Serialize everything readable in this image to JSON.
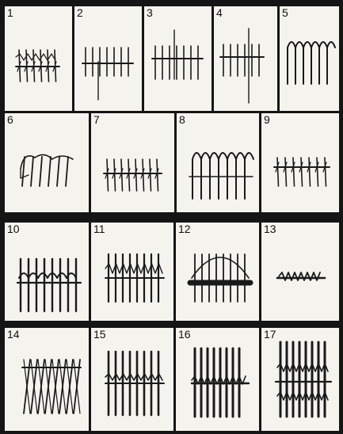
{
  "figure": {
    "cells": [
      {
        "label": "1"
      },
      {
        "label": "2"
      },
      {
        "label": "3"
      },
      {
        "label": "4"
      },
      {
        "label": "5"
      },
      {
        "label": "6"
      },
      {
        "label": "7"
      },
      {
        "label": "8"
      },
      {
        "label": "9"
      },
      {
        "label": "10"
      },
      {
        "label": "11"
      },
      {
        "label": "12"
      },
      {
        "label": "13"
      },
      {
        "label": "14"
      },
      {
        "label": "15"
      },
      {
        "label": "16"
      },
      {
        "label": "17"
      }
    ]
  },
  "colors": {
    "frame": "#151515",
    "paper": "#f4f3ee",
    "ink": "#1a1a1a"
  }
}
